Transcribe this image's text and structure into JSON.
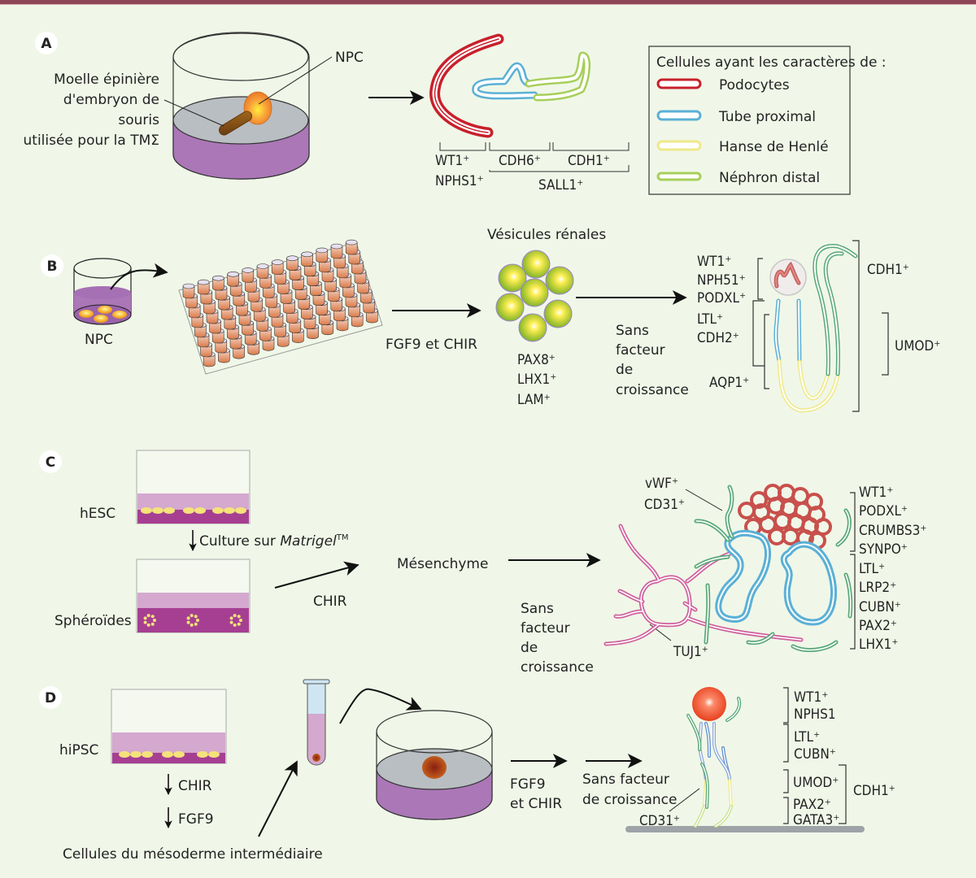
{
  "panels": {
    "A": {
      "label": "A",
      "source_label_lines": [
        "Moelle épinière",
        "d'embryon de",
        "souris",
        "utilisée pour la TMΣ"
      ],
      "npc_label": "NPC",
      "markers": {
        "wt1": "WT1⁺",
        "nphs1": "NPHS1⁺",
        "cdh6": "CDH6⁺",
        "cdh1": "CDH1⁺",
        "sall1": "SALL1⁺"
      },
      "legend": {
        "title": "Cellules ayant les caractères de :",
        "items": [
          {
            "label": "Podocytes",
            "color": "#c8202c"
          },
          {
            "label": "Tube proximal",
            "color": "#5bb0d6"
          },
          {
            "label": "Hanse de Henlé",
            "color": "#efe98a"
          },
          {
            "label": "Néphron distal",
            "color": "#a7cf5a"
          }
        ]
      }
    },
    "B": {
      "label": "B",
      "npc_label": "NPC",
      "step1": "FGF9 et CHIR",
      "vesicles_title": "Vésicules rénales",
      "vesicle_markers": [
        "PAX8⁺",
        "LHX1⁺",
        "LAM⁺"
      ],
      "step2_lines": [
        "Sans",
        "facteur",
        "de",
        "croissance"
      ],
      "nephron_markers_top": [
        "WT1⁺",
        "NPH51⁺",
        "PODXL⁺"
      ],
      "nephron_markers_mid": [
        "LTL⁺",
        "CDH2⁺"
      ],
      "aqp1": "AQP1⁺",
      "cdh1": "CDH1⁺",
      "umod": "UMOD⁺"
    },
    "C": {
      "label": "C",
      "hesc": "hESC",
      "culture_prefix": "Culture sur ",
      "culture_italic": "Matrigel",
      "culture_tm": "TM",
      "spheroides": "Sphéroïdes",
      "chir": "CHIR",
      "mesenchyme": "Mésenchyme",
      "step_lines": [
        "Sans",
        "facteur",
        "de",
        "croissance"
      ],
      "vwf": "vWF⁺",
      "cd31": "CD31⁺",
      "tuj1": "TUJ1⁺",
      "markers_top": [
        "WT1⁺",
        "PODXL⁺",
        "CRUMBS3⁺",
        "SYNPO⁺"
      ],
      "markers_bottom": [
        "LTL⁺",
        "LRP2⁺",
        "CUBN⁺",
        "PAX2⁺",
        "LHX1⁺"
      ]
    },
    "D": {
      "label": "D",
      "hipsc": "hiPSC",
      "chir": "CHIR",
      "fgf9": "FGF9",
      "im_cells": "Cellules du mésoderme intermédiaire",
      "step1_lines": [
        "FGF9",
        "et CHIR"
      ],
      "step2_lines": [
        "Sans facteur",
        "de croissance"
      ],
      "cd31": "CD31⁺",
      "markers_a": [
        "WT1⁺",
        "NPHS1"
      ],
      "markers_b": [
        "LTL⁺",
        "CUBN⁺"
      ],
      "markers_c": [
        "UMOD⁺"
      ],
      "markers_d": [
        "PAX2⁺",
        "GATA3⁺"
      ],
      "cdh1": "CDH1⁺"
    }
  }
}
